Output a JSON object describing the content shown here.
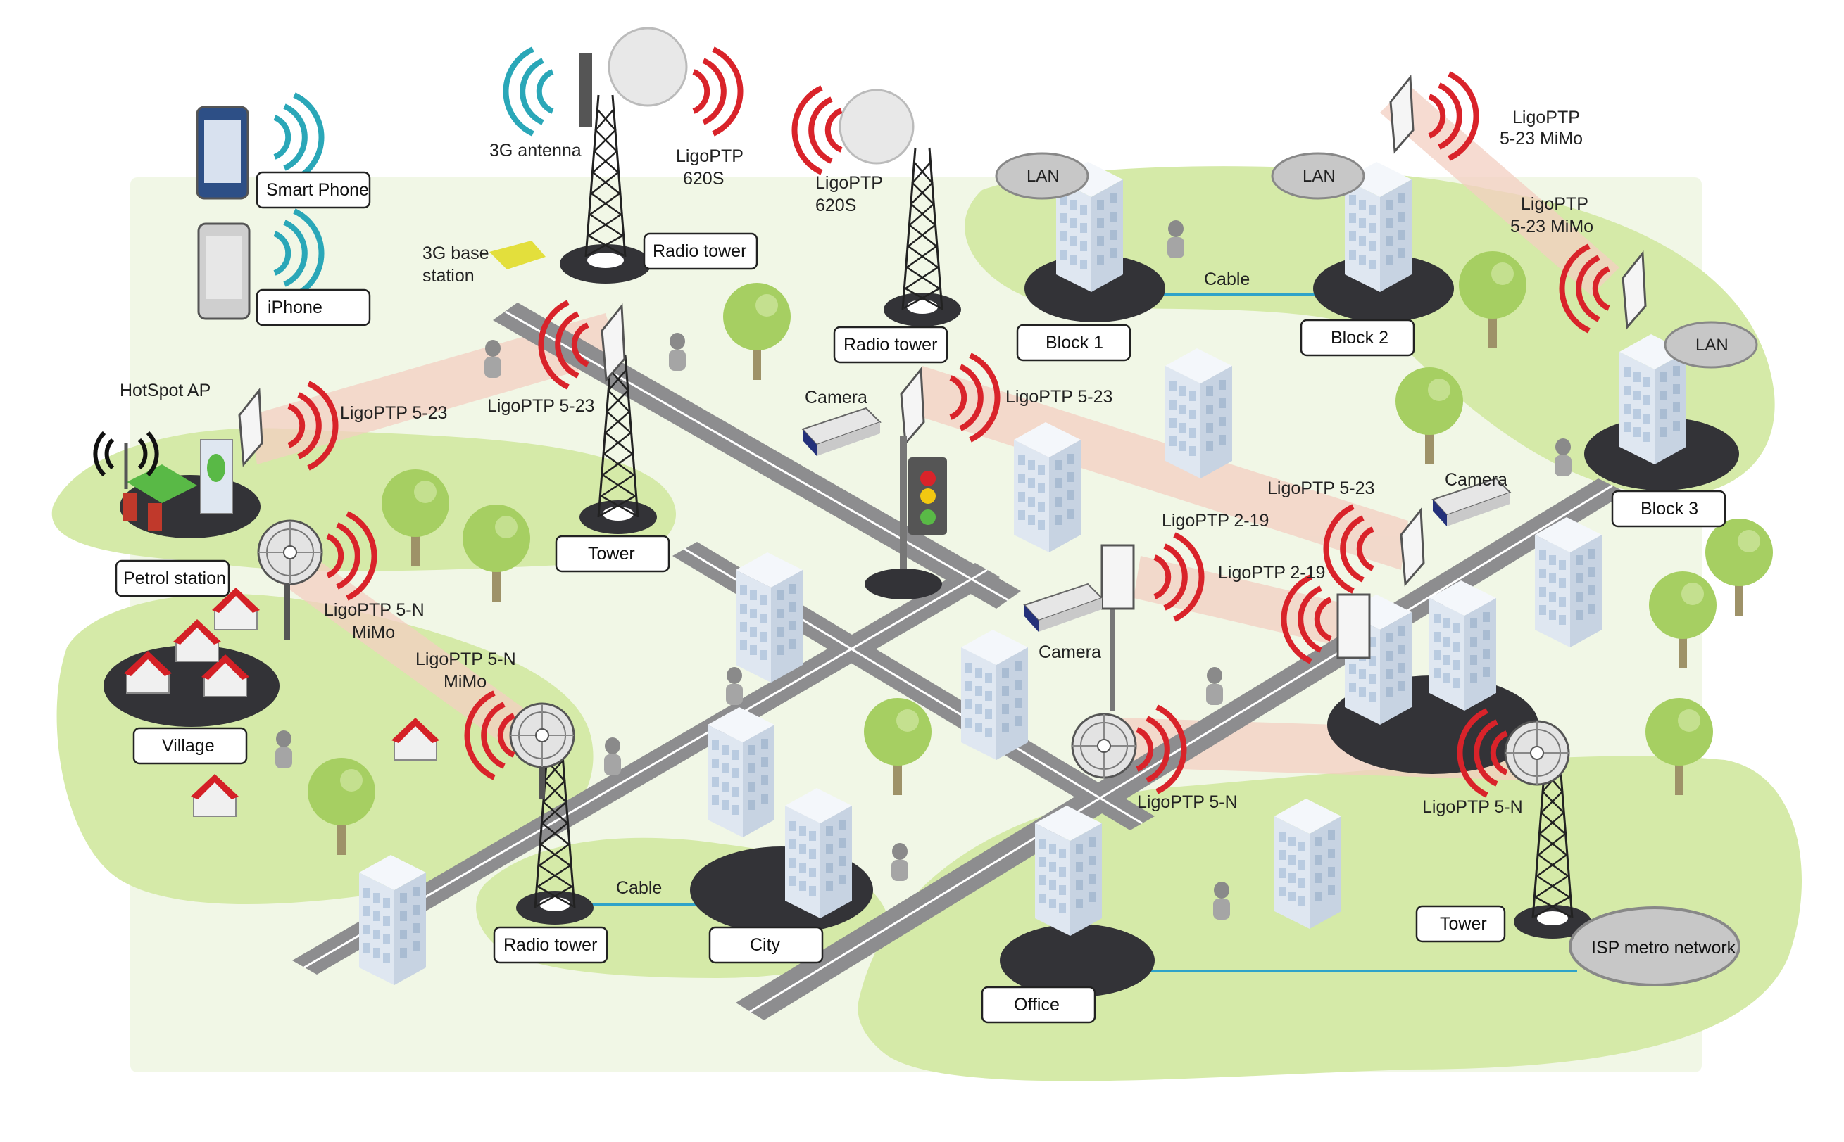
{
  "devices": {
    "smart_phone": "Smart Phone",
    "iphone": "iPhone",
    "antenna_3g": "3G antenna",
    "base_station_3g_line1": "3G base",
    "base_station_3g_line2": "station",
    "hotspot_ap": "HotSpot AP"
  },
  "places": {
    "radio_tower_top": "Radio tower",
    "radio_tower_mid": "Radio tower",
    "radio_tower_bottom": "Radio tower",
    "tower_left": "Tower",
    "tower_right": "Tower",
    "petrol_station": "Petrol station",
    "village": "Village",
    "city": "City",
    "office": "Office",
    "block1": "Block 1",
    "block2": "Block 2",
    "block3": "Block 3",
    "isp": "ISP metro network"
  },
  "lan": [
    "LAN",
    "LAN",
    "LAN"
  ],
  "cables": [
    "Cable",
    "Cable"
  ],
  "cameras": [
    "Camera",
    "Camera",
    "Camera"
  ],
  "links": {
    "l620s_a_1": "LigoPTP",
    "l620s_a_2": "620S",
    "l620s_b_1": "LigoPTP",
    "l620s_b_2": "620S",
    "mimo_a_1": "LigoPTP",
    "mimo_a_2": "5-23 MiMo",
    "mimo_b_1": "LigoPTP",
    "mimo_b_2": "5-23 MiMo",
    "p523_left": "LigoPTP 5-23",
    "p523_tower": "LigoPTP 5-23",
    "p523_camera": "LigoPTP 5-23",
    "p523_right": "LigoPTP 5-23",
    "p219_a": "LigoPTP 2-19",
    "p219_b": "LigoPTP 2-19",
    "p5n_mimo_a_1": "LigoPTP 5-N",
    "p5n_mimo_a_2": "MiMo",
    "p5n_mimo_b_1": "LigoPTP 5-N",
    "p5n_mimo_b_2": "MiMo",
    "p5n_office": "LigoPTP 5-N",
    "p5n_right": "LigoPTP 5-N"
  },
  "colors": {
    "ground": "#f1f7e6",
    "green_area": "#d5eaa8",
    "road": "#8d8d8f",
    "building": "#dfe7f1",
    "window": "#b9cbe0",
    "signal_red": "#d9232a",
    "signal_blue": "#2aa7b8",
    "beam": "#f3cfc2",
    "cable": "#2fa3c9",
    "tree": "#a6cf62",
    "trunk": "#9e9268",
    "roof": "#d42026"
  }
}
